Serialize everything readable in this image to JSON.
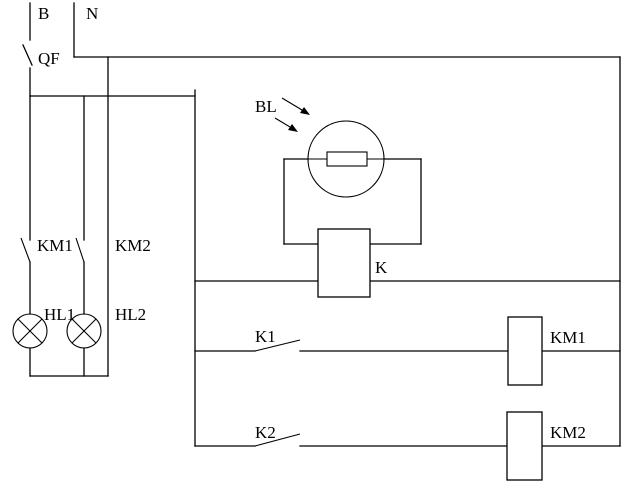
{
  "diagram": {
    "type": "circuit-schematic",
    "wire_color": "#000000",
    "background": "#ffffff",
    "labels": {
      "live": "B",
      "neutral": "N",
      "breaker": "QF",
      "sensor": "BL",
      "relay": "K",
      "contact_km1": "KM1",
      "contact_km2": "KM2",
      "lamp_hl1": "HL1",
      "lamp_hl2": "HL2",
      "contact_k1": "K1",
      "contact_k2": "K2",
      "coil_km1": "KM1",
      "coil_km2": "KM2"
    },
    "components": [
      {
        "id": "QF",
        "kind": "circuit-breaker"
      },
      {
        "id": "BL",
        "kind": "photoresistor"
      },
      {
        "id": "K",
        "kind": "relay-coil"
      },
      {
        "id": "K1",
        "kind": "normally-open-contact"
      },
      {
        "id": "K2",
        "kind": "normally-open-contact"
      },
      {
        "id": "KM1",
        "kind": "contactor-coil"
      },
      {
        "id": "KM2",
        "kind": "contactor-coil"
      },
      {
        "id": "HL1",
        "kind": "indicator-lamp"
      },
      {
        "id": "HL2",
        "kind": "indicator-lamp"
      }
    ]
  }
}
